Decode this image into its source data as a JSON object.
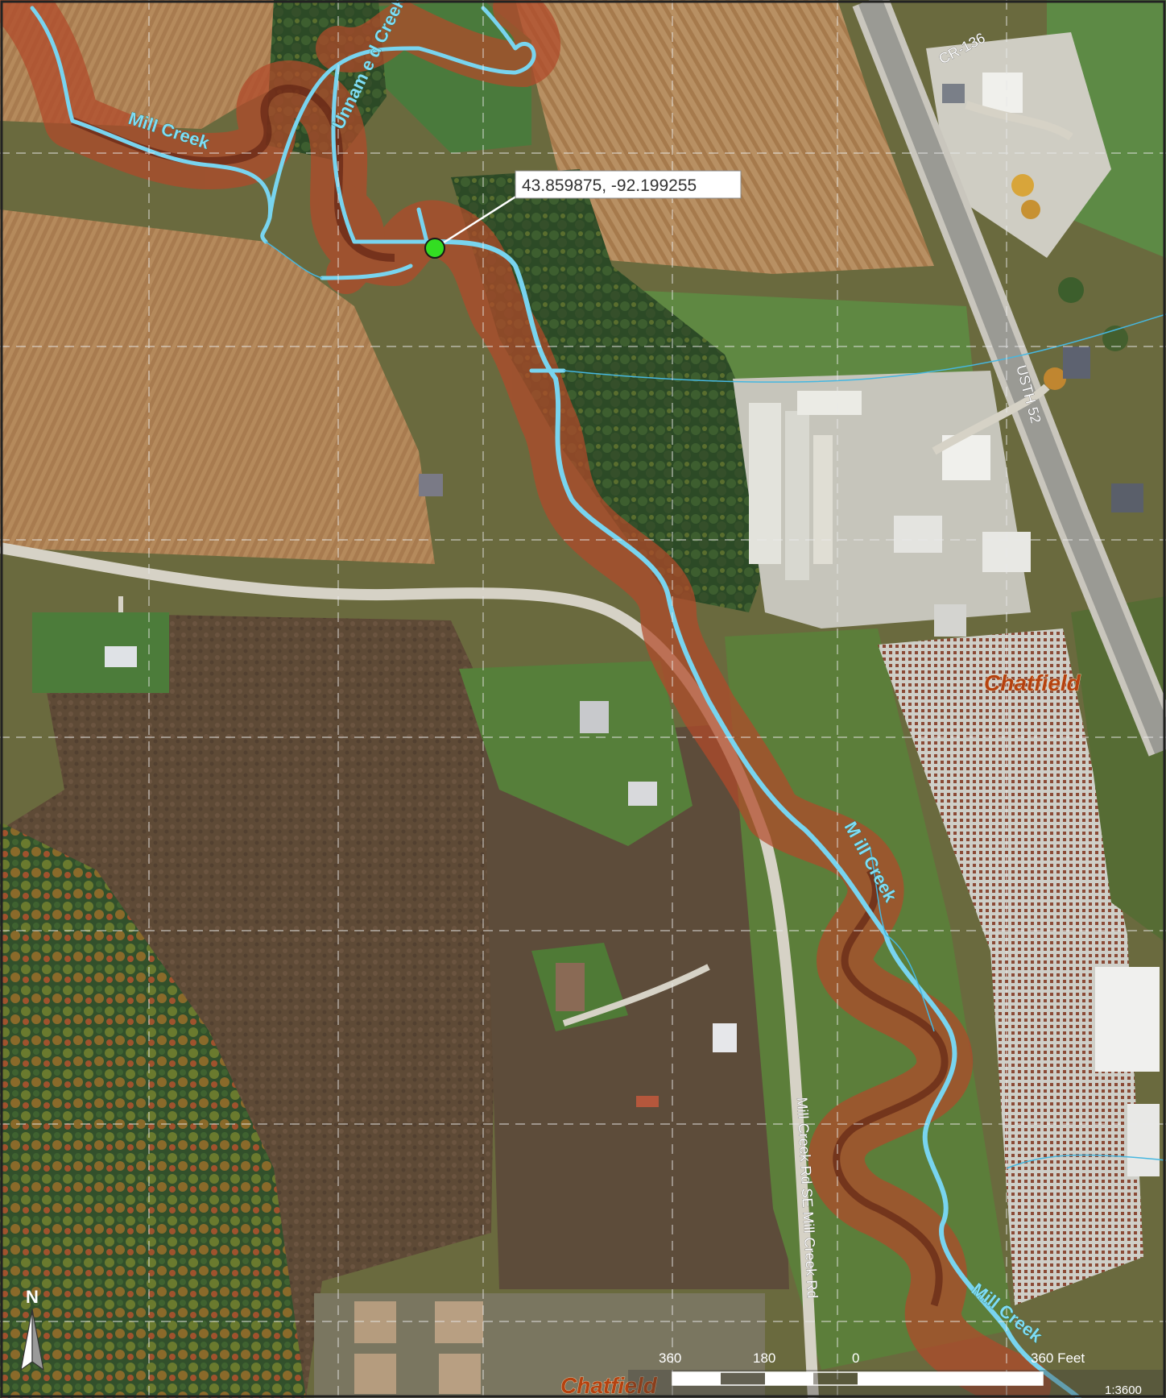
{
  "labels": {
    "mill_creek_1": "Mill Creek",
    "mill_creek_2": "M ill Creek",
    "mill_creek_3": "Mill Creek",
    "unnamed_creek": "Unnam e d Creek",
    "road_cr136": "CR-136",
    "road_usth52": "USTH 52",
    "road_mill_creek_rd": "Mill Creek Rd SE Mill Creek Rd",
    "place_chatfield_1": "Chatfield",
    "place_chatfield_2": "Chatfield"
  },
  "point": {
    "label": "43.859875, -92.199255",
    "color": "#33dd22"
  },
  "scale_bar": {
    "labels": [
      "360",
      "180",
      "0",
      "360 Feet"
    ],
    "ratio": "1:3600"
  },
  "north_arrow": {
    "letter": "N",
    "icon": "north-arrow-icon"
  },
  "colors": {
    "creek": "#78d4ef",
    "buffer": "#b24a2a",
    "place": "#b5420f"
  }
}
